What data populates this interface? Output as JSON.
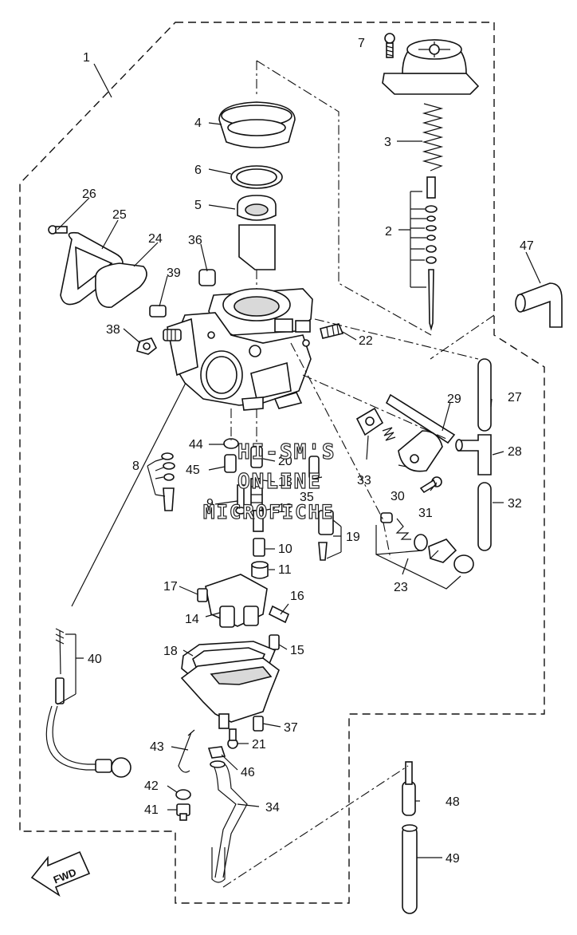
{
  "diagram": {
    "part_numbers": [
      "1",
      "2",
      "3",
      "4",
      "5",
      "6",
      "7",
      "8",
      "9",
      "10",
      "11",
      "12",
      "13",
      "14",
      "15",
      "16",
      "17",
      "18",
      "19",
      "20",
      "21",
      "22",
      "23",
      "24",
      "25",
      "26",
      "27",
      "28",
      "29",
      "30",
      "31",
      "32",
      "33",
      "34",
      "35",
      "36",
      "37",
      "38",
      "39",
      "40",
      "41",
      "42",
      "43",
      "44",
      "45",
      "46",
      "47",
      "48",
      "49"
    ],
    "watermark": {
      "line1": "HI-SM'S",
      "line2": "ONLINE",
      "line3": "MICROFICHE"
    },
    "fwd_label": "FWD"
  }
}
